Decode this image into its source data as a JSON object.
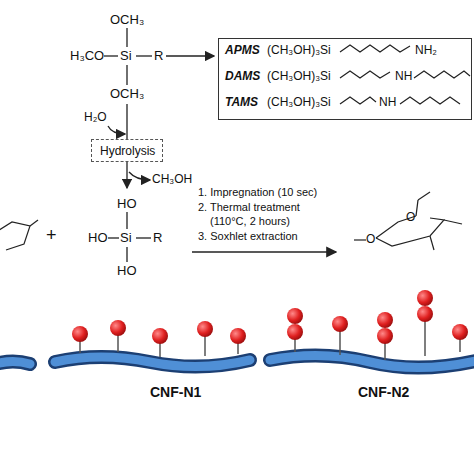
{
  "diagram": {
    "nodes": [
      {
        "text": [
          "APMS",
          "(CH₃OH)₃Si",
          "NH₂",
          "DAMS",
          "(CH₃OH)₃Si",
          "NH",
          "TAMS",
          "(CH₃OH)₃Si",
          "NH"
        ]
      },
      {
        "text": [
          "Hydrolysis"
        ]
      }
    ],
    "labels": [
      "OCH₃",
      "H₃CO",
      "Si",
      "R",
      "OCH₃",
      "H₂O",
      "CH₃OH",
      "HO",
      "HO",
      "Si",
      "R",
      "HO",
      "+",
      "1. Impregnation (10 sec)",
      "2. Thermal treatment",
      "(110°C, 2 hours)",
      "3. Soxhlet extraction",
      "O",
      "O",
      "CNF-N1",
      "CNF-N2"
    ]
  }
}
